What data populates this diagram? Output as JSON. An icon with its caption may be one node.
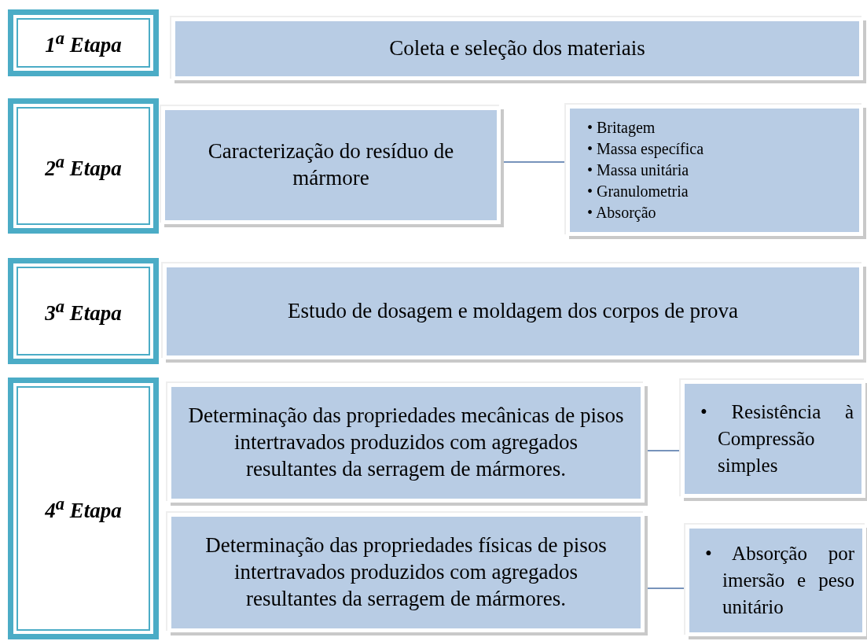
{
  "diagram": {
    "nodes": [
      {
        "text": [
          "1$^{a}$ Etapa"
        ]
      },
      {
        "text": [
          "Coleta e seleção dos materiais"
        ]
      },
      {
        "text": [
          "2$^{a}$ Etapa"
        ]
      },
      {
        "text": [
          "Caracterização do resíduo de mármore"
        ]
      },
      {
        "text": [
          "• Britagem",
          "• Massa específica",
          "• Massa unitária",
          "• Granulometria",
          "• Absorção"
        ]
      },
      {
        "text": [
          "3$^{a}$ Etapa"
        ]
      },
      {
        "text": [
          "Estudo de dosagem e moldagem dos corpos de prova"
        ]
      },
      {
        "text": [
          "4$^{a}$ Etapa"
        ]
      },
      {
        "text": [
          "Determinação das propriedades mecânicas de pisos intertravados produzidos com agregados resultantes da serragem de mármores."
        ]
      },
      {
        "text": [
          "• Resistência à Compressão simples"
        ]
      },
      {
        "text": [
          "Determinação das propriedades físicas de pisos intertravados produzidos com agregados resultantes da serragem de mármores."
        ]
      },
      {
        "text": [
          "• Absorção por imersão e peso unitário"
        ]
      }
    ],
    "edges": [
      {
        "from": 3,
        "to": 4,
        "arrow": "none"
      },
      {
        "from": 8,
        "to": 9,
        "arrow": "none"
      },
      {
        "from": 10,
        "to": 11,
        "arrow": "none"
      }
    ]
  }
}
